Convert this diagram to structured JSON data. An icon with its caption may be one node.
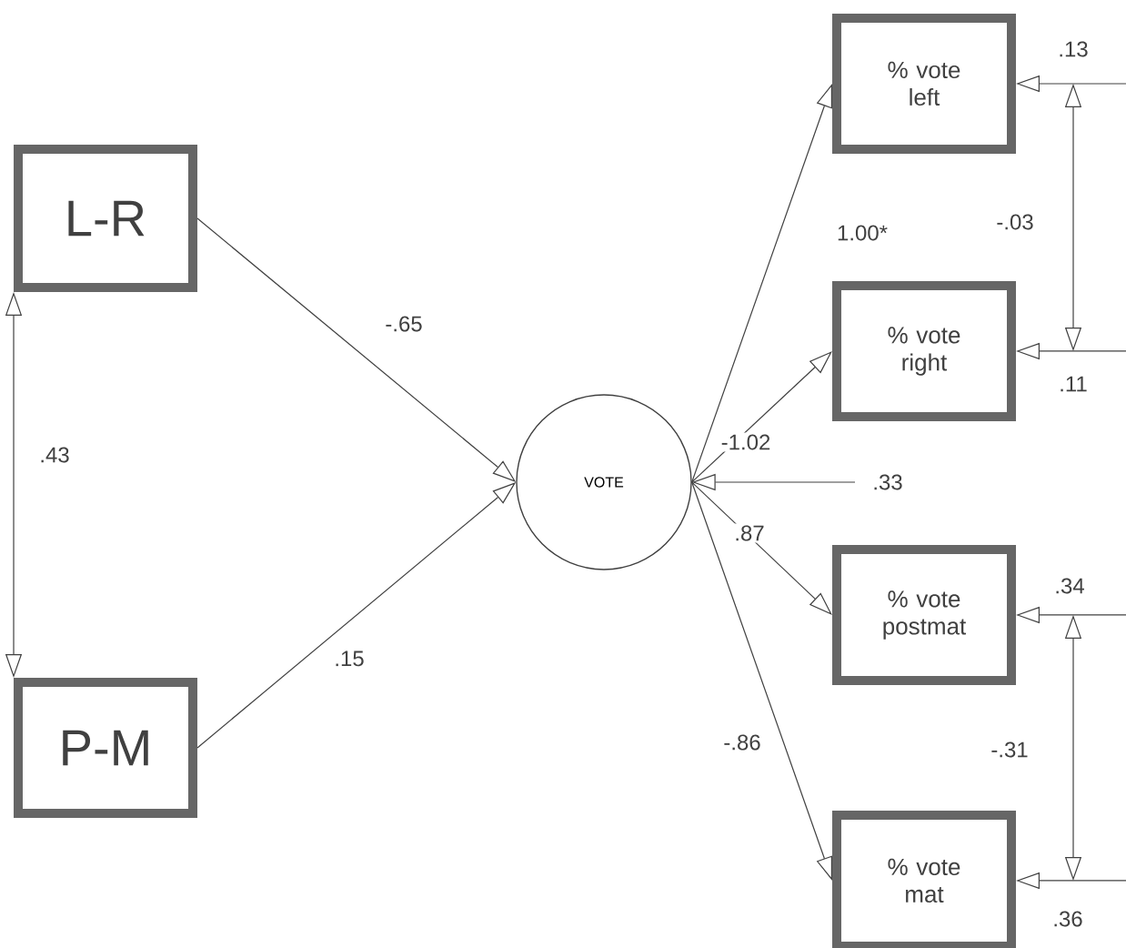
{
  "diagram": {
    "nodes": [
      {
        "text": [
          "L-R"
        ]
      },
      {
        "text": [
          "P-M"
        ]
      },
      {
        "text": [
          "VOTE"
        ]
      },
      {
        "text": [
          "% vote left"
        ]
      },
      {
        "text": [
          "% vote right"
        ]
      },
      {
        "text": [
          "% vote postmat"
        ]
      },
      {
        "text": [
          "% vote mat"
        ]
      }
    ],
    "edges": [
      {
        "from": 0,
        "to": 2,
        "arrow": "to",
        "label": "-.65"
      },
      {
        "from": 1,
        "to": 2,
        "arrow": "to",
        "label": ".15"
      },
      {
        "from": 0,
        "to": 1,
        "arrow": "both",
        "label": ".43"
      },
      {
        "from": 2,
        "to": 3,
        "arrow": "to",
        "label": "1.00*"
      },
      {
        "from": 2,
        "to": 4,
        "arrow": "to",
        "label": "-1.02"
      },
      {
        "from": 2,
        "to": 5,
        "arrow": "to",
        "label": ".87"
      },
      {
        "from": 2,
        "to": 6,
        "arrow": "to",
        "label": "-.86"
      },
      {
        "from": null,
        "to": 2,
        "arrow": "to",
        "label": ".33"
      },
      {
        "from": null,
        "to": 3,
        "arrow": "to",
        "label": ".13"
      },
      {
        "from": null,
        "to": 4,
        "arrow": "to",
        "label": ".11"
      },
      {
        "from": null,
        "to": 5,
        "arrow": "to",
        "label": ".34"
      },
      {
        "from": null,
        "to": 6,
        "arrow": "to",
        "label": ".36"
      }
    ],
    "labels": [
      "-.03",
      "-.31"
    ]
  }
}
